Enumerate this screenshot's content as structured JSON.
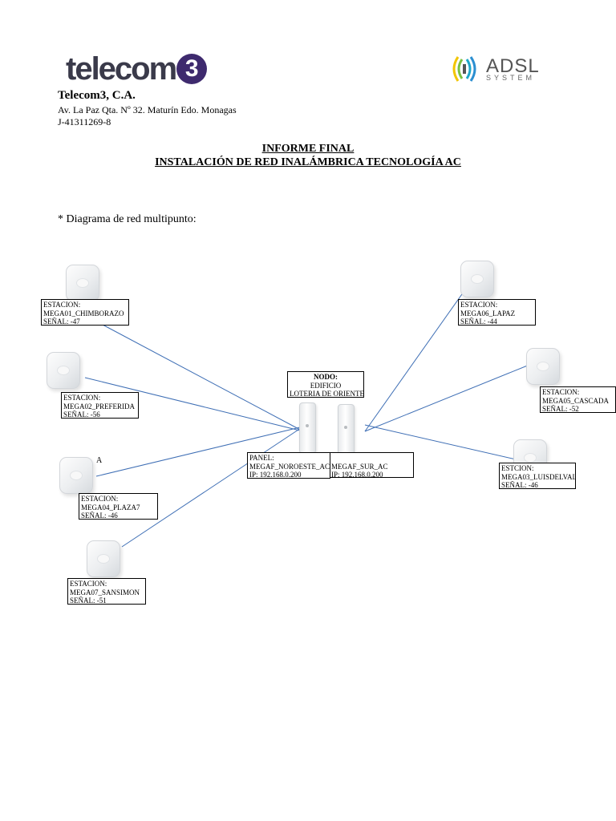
{
  "header": {
    "logo_left": {
      "text": "telecom",
      "circle": "3"
    },
    "logo_right": {
      "name": "ADSL",
      "sub": "SYSTEM"
    },
    "company_name": "Telecom3, C.A.",
    "address": "Av. La Paz Qta. Nº 32. Maturín Edo. Monagas",
    "rif": "J-41311269-8"
  },
  "titles": {
    "line1": "INFORME FINAL",
    "line2": "INSTALACIÓN DE RED INALÁMBRICA TECNOLOGÍA AC"
  },
  "section": {
    "heading": "* Diagrama de red multipunto:"
  },
  "diagram": {
    "node": {
      "title": "NODO:",
      "line2": "EDIFICIO",
      "line3": "LOTERIA DE ORIENTE"
    },
    "panels": [
      {
        "line1": "PANEL:",
        "line2": "MEGAF_NOROESTE_AC",
        "line3": "IP: 192.168.0.200"
      },
      {
        "line1": "",
        "line2": "MEGAF_SUR_AC",
        "line3": "IP: 192.168.0.200"
      }
    ],
    "stations": [
      {
        "line1": "ESTACION:",
        "line2": "MEGA01_CHIMBORAZO",
        "line3": "SEÑAL: -47"
      },
      {
        "line1": "ESTACION:",
        "line2": "MEGA02_PREFERIDA",
        "line3": "SEÑAL: -56"
      },
      {
        "line1": "ESTACION:",
        "line2": "MEGA04_PLAZA7",
        "line3": "SEÑAL: -46"
      },
      {
        "line1": "ESTACION:",
        "line2": "MEGA07_SANSIMON",
        "line3": "SEÑAL: -51"
      },
      {
        "line1": "ESTACION:",
        "line2": "MEGA06_LAPAZ",
        "line3": "SEÑAL: -44"
      },
      {
        "line1": "ESTACION:",
        "line2": "MEGA05_CASCADA",
        "line3": "SEÑAL: -52"
      },
      {
        "line1": "ESTCION:",
        "line2": "MEGA03_LUISDELVAL",
        "line3": "SEÑAL: -46"
      }
    ],
    "stray_label": "A",
    "link_color": "#3f6fb5"
  }
}
